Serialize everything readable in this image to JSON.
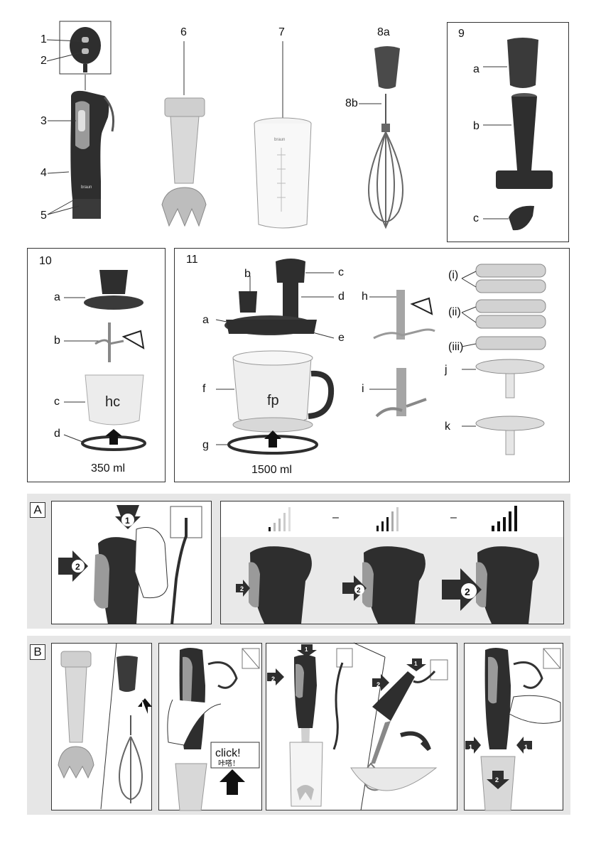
{
  "top": {
    "labels": {
      "l1": "1",
      "l2": "2",
      "l3": "3",
      "l4": "4",
      "l5": "5",
      "l6": "6",
      "l7": "7",
      "l8a": "8a",
      "l8b": "8b",
      "l9": "9",
      "l9a": "a",
      "l9b": "b",
      "l9c": "c"
    },
    "brand": "braun"
  },
  "panel10": {
    "title": "10",
    "a": "a",
    "b": "b",
    "c": "c",
    "d": "d",
    "bowl_mark": "hc",
    "capacity": "350 ml"
  },
  "panel11": {
    "title": "11",
    "a": "a",
    "b": "b",
    "c": "c",
    "d": "d",
    "e": "e",
    "f": "f",
    "g": "g",
    "h": "h",
    "i": "i",
    "j": "j",
    "k": "k",
    "i1": "(i)",
    "i2": "(ii)",
    "i3": "(iii)",
    "bowl_mark": "fp",
    "capacity": "1500 ml"
  },
  "sectionA": {
    "letter": "A",
    "step1": "1",
    "step2": "2",
    "dash1": "–",
    "dash2": "–"
  },
  "sectionB": {
    "letter": "B",
    "click": "click!",
    "click_cn": "咔嗒！",
    "s1": "1",
    "s2": "2"
  },
  "colors": {
    "dark": "#3a3a3a",
    "body": "#2e2e2e",
    "mid": "#8c8c8c",
    "light": "#cfcfcf",
    "band": "#e6e6e6"
  }
}
